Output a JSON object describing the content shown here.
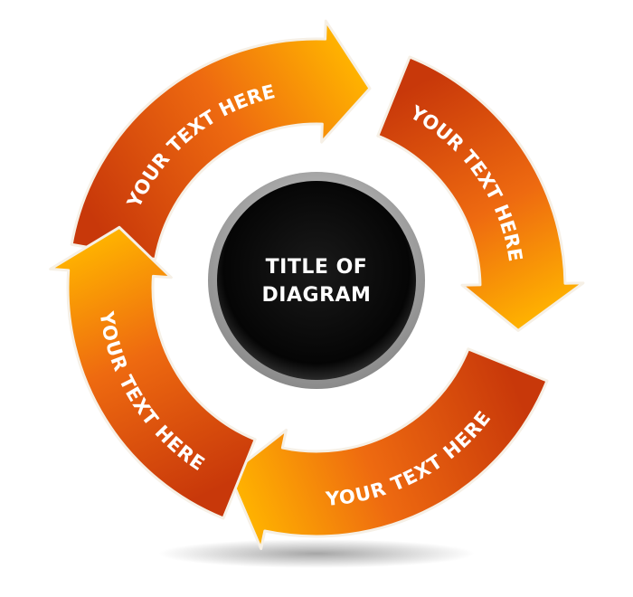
{
  "title": {
    "line1": "TITLE OF",
    "line2": "DIAGRAM"
  },
  "arrows": [
    {
      "label": "YOUR TEXT HERE"
    },
    {
      "label": "YOUR TEXT HERE"
    },
    {
      "label": "YOUR TEXT HERE"
    },
    {
      "label": "YOUR TEXT HERE"
    }
  ],
  "colors": {
    "arrow_dark": "#C8380A",
    "arrow_mid": "#EE6A10",
    "arrow_light": "#FFB300",
    "center_disc": "#0c0c0c",
    "center_ring": "#9a9a9a"
  }
}
